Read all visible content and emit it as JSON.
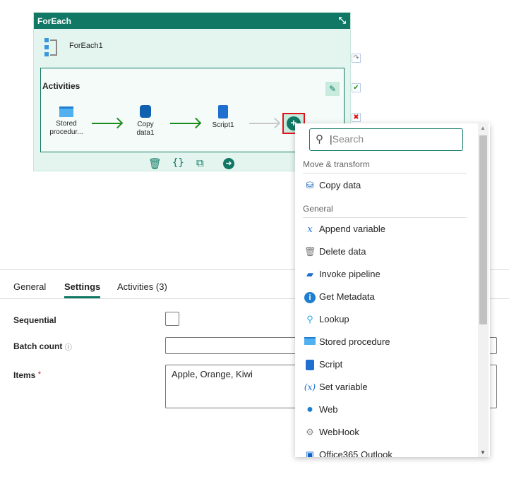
{
  "foreach": {
    "title": "ForEach",
    "name": "ForEach1",
    "activities_label": "Activities",
    "nodes": [
      {
        "label": "Stored procedur...",
        "icon": "stored-procedure-icon"
      },
      {
        "label": "Copy data1",
        "icon": "copy-data-icon"
      },
      {
        "label": "Script1",
        "icon": "script-icon"
      }
    ]
  },
  "menu": {
    "search_placeholder": "Search",
    "groups": [
      {
        "label": "Move & transform"
      },
      {
        "label": "General"
      }
    ],
    "items": [
      {
        "label": "Copy data",
        "icon": "copy-data-icon"
      },
      {
        "label": "Append variable",
        "icon": "append-variable-icon"
      },
      {
        "label": "Delete data",
        "icon": "trash-icon"
      },
      {
        "label": "Invoke pipeline",
        "icon": "invoke-pipeline-icon"
      },
      {
        "label": "Get Metadata",
        "icon": "info-icon"
      },
      {
        "label": "Lookup",
        "icon": "lookup-icon"
      },
      {
        "label": "Stored procedure",
        "icon": "stored-procedure-icon"
      },
      {
        "label": "Script",
        "icon": "script-icon"
      },
      {
        "label": "Set variable",
        "icon": "set-variable-icon"
      },
      {
        "label": "Web",
        "icon": "globe-icon"
      },
      {
        "label": "WebHook",
        "icon": "webhook-icon"
      },
      {
        "label": "Office365 Outlook",
        "icon": "outlook-icon"
      }
    ]
  },
  "tabs": [
    {
      "label": "General"
    },
    {
      "label": "Settings",
      "active": true
    },
    {
      "label": "Activities (3)"
    }
  ],
  "settings": {
    "sequential_label": "Sequential",
    "sequential_checked": false,
    "batch_label": "Batch count",
    "batch_value": "",
    "items_label": "Items",
    "required_mark": "*",
    "items_value": "Apple, Orange, Kiwi"
  },
  "colors": {
    "accent": "#117865",
    "highlight": "#e3131b"
  }
}
